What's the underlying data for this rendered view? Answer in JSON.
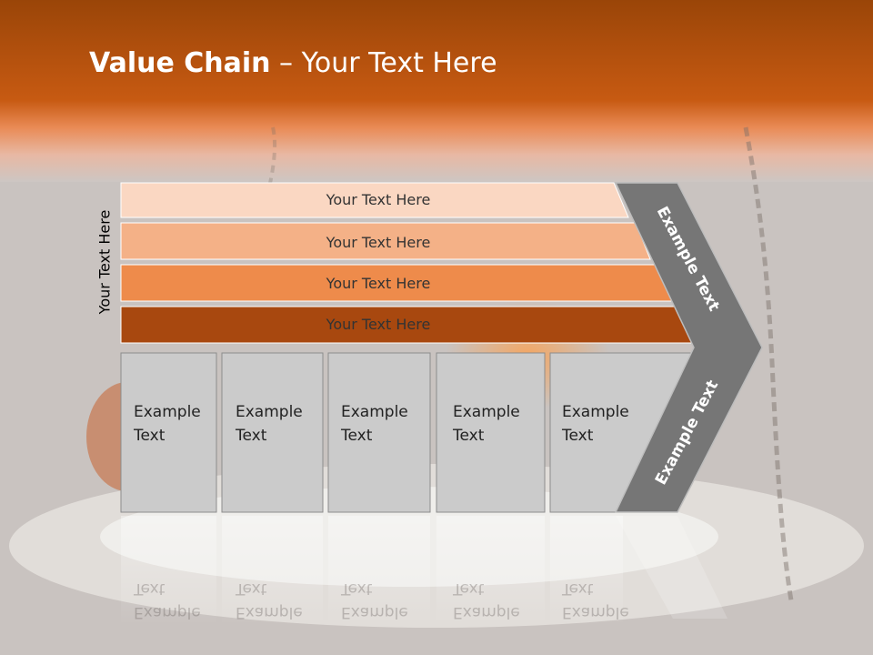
{
  "slide": {
    "title_bold": "Value Chain",
    "title_rest": " – Your Text Here",
    "side_label": "Your Text Here"
  },
  "rows": [
    {
      "label": "Your Text Here",
      "color": "#fad7c2"
    },
    {
      "label": "Your Text Here",
      "color": "#f4b187"
    },
    {
      "label": "Your Text Here",
      "color": "#ee8b4b"
    },
    {
      "label": "Your Text Here",
      "color": "#a8480f"
    }
  ],
  "boxes": [
    {
      "label": "Example\nText"
    },
    {
      "label": "Example\nText"
    },
    {
      "label": "Example\nText"
    },
    {
      "label": "Example\nText"
    },
    {
      "label": "Example\nText"
    }
  ],
  "arrow": {
    "upper_label": "Example Text",
    "lower_label": "Example Text",
    "color": "#767676"
  },
  "colors": {
    "header": "#c55612",
    "box_fill": "#cbcbcb"
  }
}
